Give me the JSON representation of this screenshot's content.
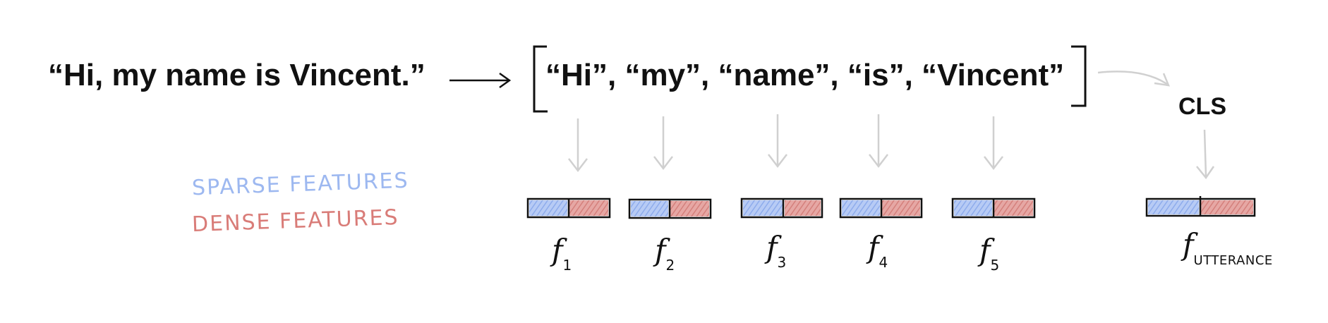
{
  "input_sentence": "“Hi, my name is Vincent.”",
  "tokens_text": "“Hi”, “my”, “name”, “is”, “Vincent”",
  "cls_label": "CLS",
  "legend": {
    "sparse": "SPARSE FEATURES",
    "dense": "DENSE FEATURES"
  },
  "feature_labels": [
    {
      "letter": "f",
      "sub": "1"
    },
    {
      "letter": "f",
      "sub": "2"
    },
    {
      "letter": "f",
      "sub": "3"
    },
    {
      "letter": "f",
      "sub": "4"
    },
    {
      "letter": "f",
      "sub": "5"
    }
  ],
  "utterance_label": {
    "letter": "f",
    "sub": "UTTERANCE"
  },
  "colors": {
    "sparse": "#9db8f0",
    "dense": "#d97c78",
    "arrow_gray": "#d0d0d0",
    "text": "#111111"
  }
}
